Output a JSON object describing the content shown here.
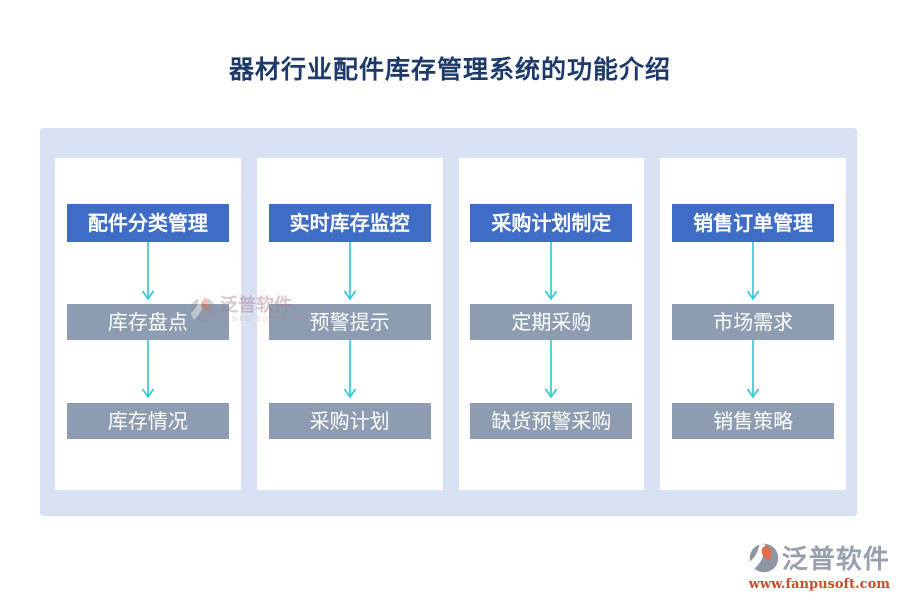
{
  "page": {
    "title": "器材行业配件库存管理系统的功能介绍"
  },
  "columns": [
    {
      "header": "配件分类管理",
      "steps": [
        "库存盘点",
        "库存情况"
      ]
    },
    {
      "header": "实时库存监控",
      "steps": [
        "预警提示",
        "采购计划"
      ]
    },
    {
      "header": "采购计划制定",
      "steps": [
        "定期采购",
        "缺货预警采购"
      ]
    },
    {
      "header": "销售订单管理",
      "steps": [
        "市场需求",
        "销售策略"
      ]
    }
  ],
  "watermark": {
    "brand": "泛普软件",
    "sub": "FANPU SOFTWARE"
  },
  "footer_logo": {
    "brand": "泛普软件",
    "url": "www.fanpusoft.com"
  },
  "icons": {
    "down_arrow": "down-arrow-icon",
    "brand_mark": "fanpu-logo-icon"
  },
  "colors": {
    "title_text": "#1d3a6b",
    "container_bg": "#d8e1f3",
    "panel_bg": "#ffffff",
    "header_box_bg": "#3f6dc6",
    "step_box_bg": "#8d9cb1",
    "arrow": "#2bc7d4",
    "logo_gray": "#98a0ae",
    "logo_orange": "#e06f4a",
    "url_text": "#cc4b28"
  }
}
